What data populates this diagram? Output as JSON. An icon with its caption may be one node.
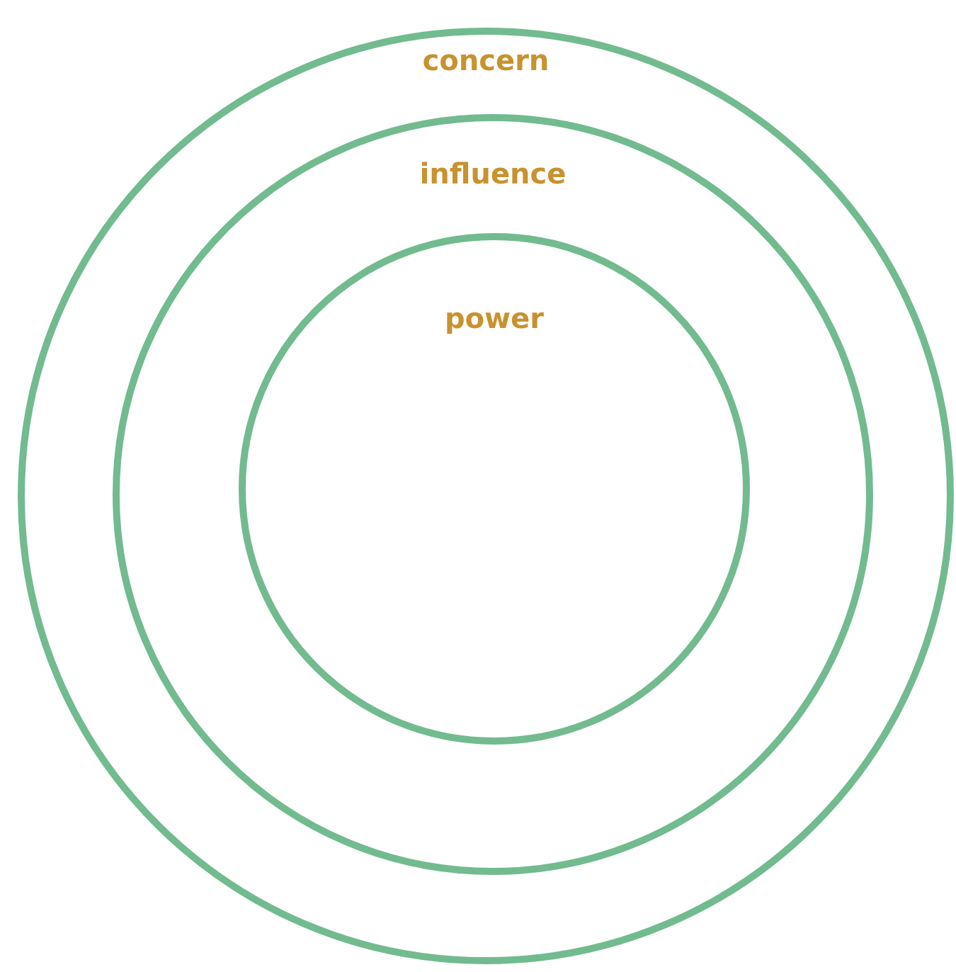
{
  "diagram": {
    "nodes": [
      {
        "text": [
          "concern"
        ]
      },
      {
        "text": [
          "influence"
        ],
        "in": 0
      },
      {
        "text": [
          "power"
        ],
        "in": 1
      }
    ]
  }
}
